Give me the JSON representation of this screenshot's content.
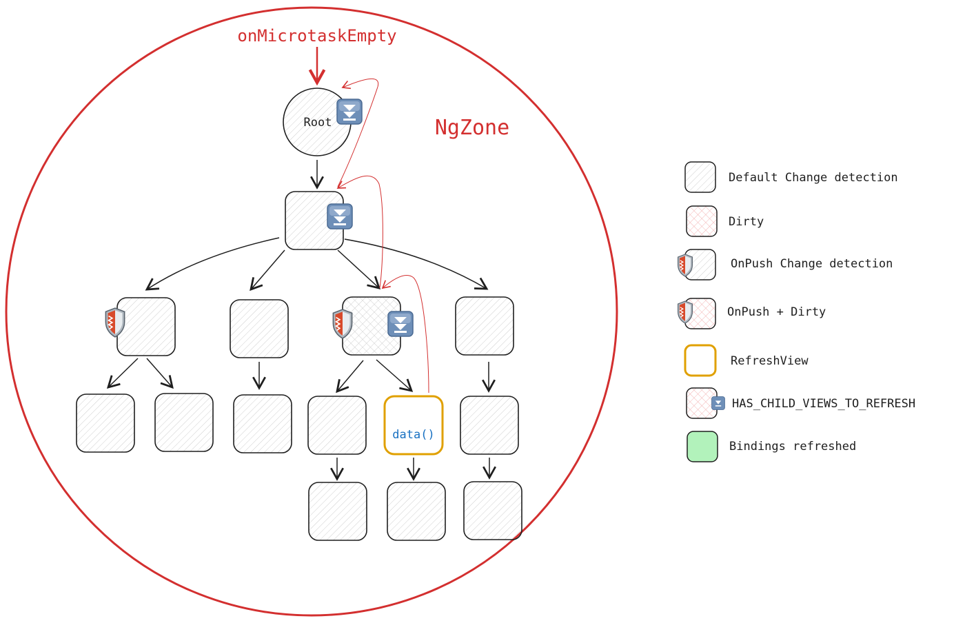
{
  "diagram": {
    "event_label": "onMicrotaskEmpty",
    "zone_label": "NgZone",
    "root_label": "Root",
    "signal_label": "data()"
  },
  "legend": [
    {
      "key": "default",
      "label": "Default Change detection"
    },
    {
      "key": "dirty",
      "label": "Dirty"
    },
    {
      "key": "onpush",
      "label": "OnPush Change detection"
    },
    {
      "key": "onpush-dirty",
      "label": "OnPush + Dirty"
    },
    {
      "key": "refreshview",
      "label": "RefreshView"
    },
    {
      "key": "has-child-views",
      "label": "HAS_CHILD_VIEWS_TO_REFRESH"
    },
    {
      "key": "bindings-refreshed",
      "label": "Bindings refreshed"
    }
  ],
  "colors": {
    "zone": "#d32f2f",
    "stroke": "#1e1e1e",
    "refresh": "#e0a000",
    "bindings": "#b2f2bb",
    "signal_text": "#1971c2",
    "flag_blue": "#6e8fb8"
  }
}
